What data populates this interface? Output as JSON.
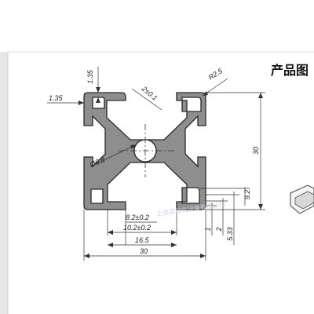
{
  "page": {
    "title": "产品图"
  },
  "watermark": {
    "text": "上吉自动化设备有限公司"
  },
  "drawing": {
    "units": "mm",
    "dimensions": {
      "top_wall": "1.35",
      "left_wall": "1.35",
      "corner_radius": "R2.5",
      "slot_wall": "2±0.1",
      "center_hole": "Ø6.8",
      "slot_opening": "8.2±0.2",
      "slot_inner": "10.2±0.2",
      "half_width": "16.5",
      "total_width": "30",
      "total_height": "30",
      "depth_1": "1",
      "depth_2": "2",
      "depth_3": "5.33",
      "depth_4": "9.2"
    }
  },
  "colors": {
    "profile_fill": "#8e8e8e",
    "profile_stroke": "#2a2a2a",
    "line": "#333333"
  }
}
